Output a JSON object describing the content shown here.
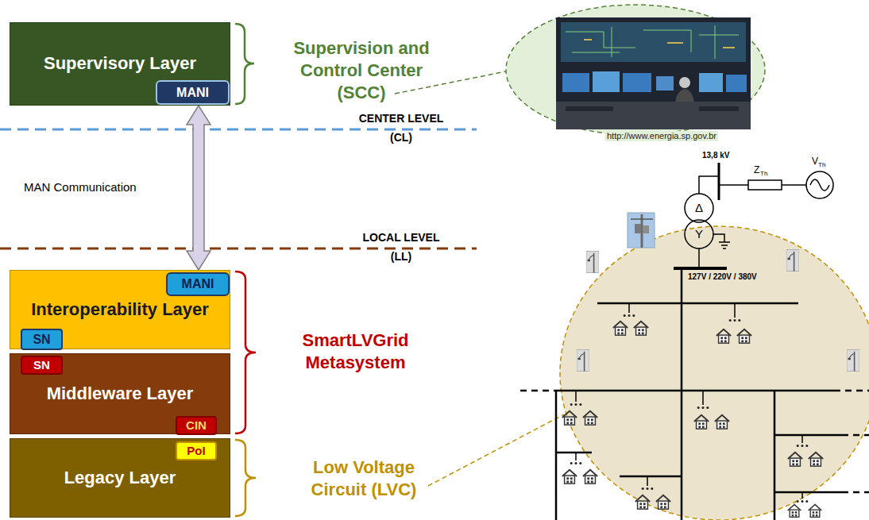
{
  "diagram": {
    "nodes": [
      {
        "text": [
          "Supervisory Layer"
        ]
      },
      {
        "text": [
          "MANI"
        ],
        "in": 0
      },
      {
        "text": [
          "Interoperability Layer"
        ]
      },
      {
        "text": [
          "MANI"
        ],
        "in": 2
      },
      {
        "text": [
          "SN"
        ],
        "in": 2
      },
      {
        "text": [
          "Middleware Layer"
        ]
      },
      {
        "text": [
          "SN"
        ],
        "in": 5
      },
      {
        "text": [
          "CIN"
        ],
        "in": 5
      },
      {
        "text": [
          "Legacy Layer"
        ]
      },
      {
        "text": [
          "PoI"
        ],
        "in": 8
      }
    ],
    "edges": [
      {
        "from": 0,
        "to": 2,
        "arrow": "both",
        "label": "MAN Communication"
      }
    ],
    "labels": [
      "Supervision and Control Center (SCC)",
      "http://www.energia.sp.gov.br",
      "CENTER LEVEL (CL)",
      "LOCAL LEVEL (LL)",
      "SmartLVGrid Metasystem",
      "Low Voltage Circuit (LVC)",
      "13,8 kV",
      "Z",
      "Th",
      "V",
      "Th",
      "Δ",
      "Y",
      "127V / 220V / 380V"
    ]
  }
}
